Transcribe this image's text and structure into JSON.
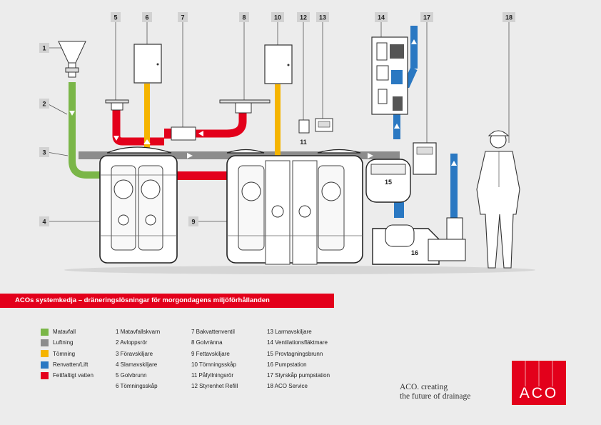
{
  "callouts": [
    "1",
    "2",
    "3",
    "4",
    "5",
    "6",
    "7",
    "8",
    "9",
    "10",
    "11",
    "12",
    "13",
    "14",
    "15",
    "16",
    "17",
    "18"
  ],
  "banner_text": "ACOs systemkedja – dräneringslösningar för morgondagens miljöförhållanden",
  "legend": [
    {
      "label": "Matavfall",
      "color": "#7ab648"
    },
    {
      "label": "Luftning",
      "color": "#8c8c8c"
    },
    {
      "label": "Tömning",
      "color": "#f5b400"
    },
    {
      "label": "Renvatten/Lift",
      "color": "#2a78c2"
    },
    {
      "label": "Fettfaltigt vatten",
      "color": "#e3001b"
    }
  ],
  "components_col1": [
    "1  Matavfallskvarn",
    "2  Avloppsrör",
    "3  Föravskiljare",
    "4  Slamavskiljare",
    "5  Golvbrunn",
    "6  Tömningsskåp"
  ],
  "components_col2": [
    "7  Bakvattenventil",
    "8  Golvränna",
    "9  Fettavskiljare",
    "10 Tömningsskåp",
    "11 Påfyllningsrör",
    "12 Styrenhet Refill"
  ],
  "components_col3": [
    "13 Larmavskiljare",
    "14 Ventilationsfläktmare",
    "15 Provtagningsbrunn",
    "16 Pumpstation",
    "17 Styrskåp pumpstation",
    "18 ACO Service"
  ],
  "slogan": [
    "ACO. creating",
    "the future of drainage"
  ],
  "logo_text": "ACO"
}
